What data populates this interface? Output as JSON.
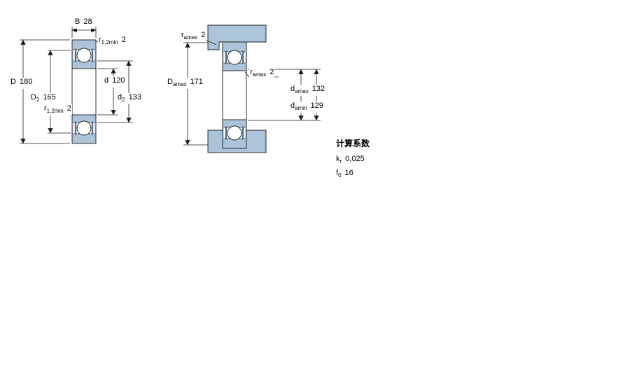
{
  "drawing": {
    "title": "bearing cross-section dimension drawing",
    "colors": {
      "fill": "#abc4da",
      "seal": "#4d6f92",
      "outline": "#1c1c1c"
    }
  },
  "labels": {
    "left": {
      "width": {
        "base": "B",
        "sub": "",
        "value": "28"
      },
      "r_top": {
        "base": "r",
        "sub": "1,2min",
        "value": "2"
      },
      "outer_dia": {
        "base": "D",
        "sub": "",
        "value": "180"
      },
      "shoulder_D2": {
        "base": "D",
        "sub": "2",
        "value": "165"
      },
      "r_bottom": {
        "base": "r",
        "sub": "1,2min",
        "value": "2"
      },
      "bore": {
        "base": "d",
        "sub": "",
        "value": "120"
      },
      "shoulder_d2": {
        "base": "d",
        "sub": "2",
        "value": "133"
      }
    },
    "right": {
      "ra_top": {
        "base": "r",
        "sub": "amax",
        "value": "2"
      },
      "Da_max": {
        "base": "D",
        "sub": "amax",
        "value": "171"
      },
      "ra_mid": {
        "base": "r",
        "sub": "amax",
        "value": "2"
      },
      "da_max": {
        "base": "d",
        "sub": "amax",
        "value": "132"
      },
      "da_min": {
        "base": "d",
        "sub": "amin",
        "value": "129"
      }
    },
    "factors": {
      "title": "计算系数",
      "kr": {
        "base": "k",
        "sub": "r",
        "value": "0,025"
      },
      "f0": {
        "base": "f",
        "sub": "0",
        "value": "16"
      }
    }
  }
}
